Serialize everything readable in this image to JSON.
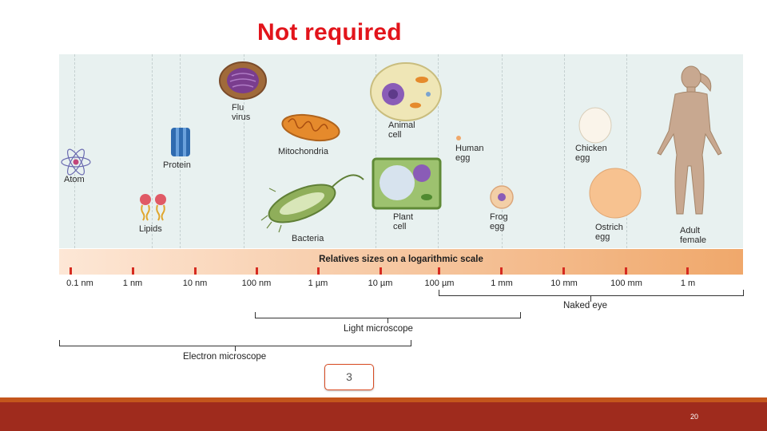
{
  "slide": {
    "title": "Not required",
    "box_number": "3",
    "page_number": "20"
  },
  "diagram": {
    "items": [
      {
        "name": "atom",
        "label": "Atom"
      },
      {
        "name": "lipids",
        "label": "Lipids"
      },
      {
        "name": "protein",
        "label": "Protein"
      },
      {
        "name": "flu-virus",
        "label_line1": "Flu",
        "label_line2": "virus"
      },
      {
        "name": "mitochondria",
        "label": "Mitochondria"
      },
      {
        "name": "bacteria",
        "label": "Bacteria"
      },
      {
        "name": "animal-cell",
        "label_line1": "Animal",
        "label_line2": "cell"
      },
      {
        "name": "plant-cell",
        "label_line1": "Plant",
        "label_line2": "cell"
      },
      {
        "name": "human-egg",
        "label_line1": "Human",
        "label_line2": "egg"
      },
      {
        "name": "frog-egg",
        "label_line1": "Frog",
        "label_line2": "egg"
      },
      {
        "name": "chicken-egg",
        "label_line1": "Chicken",
        "label_line2": "egg"
      },
      {
        "name": "ostrich-egg",
        "label_line1": "Ostrich",
        "label_line2": "egg"
      },
      {
        "name": "adult-female",
        "label_line1": "Adult",
        "label_line2": "female"
      }
    ],
    "scale_title": "Relatives sizes on a logarithmic scale",
    "ticks": [
      "0.1 nm",
      "1 nm",
      "10 nm",
      "100 nm",
      "1 µm",
      "10 µm",
      "100 µm",
      "1 mm",
      "10 mm",
      "100 mm",
      "1 m"
    ],
    "ranges": {
      "naked_eye": "Naked eye",
      "light_microscope": "Light microscope",
      "electron_microscope": "Electron microscope"
    },
    "colors": {
      "title": "#e2141b",
      "tick": "#d62b20",
      "footer": "#9f2b1d",
      "footer_stripe": "#c4561c"
    }
  }
}
